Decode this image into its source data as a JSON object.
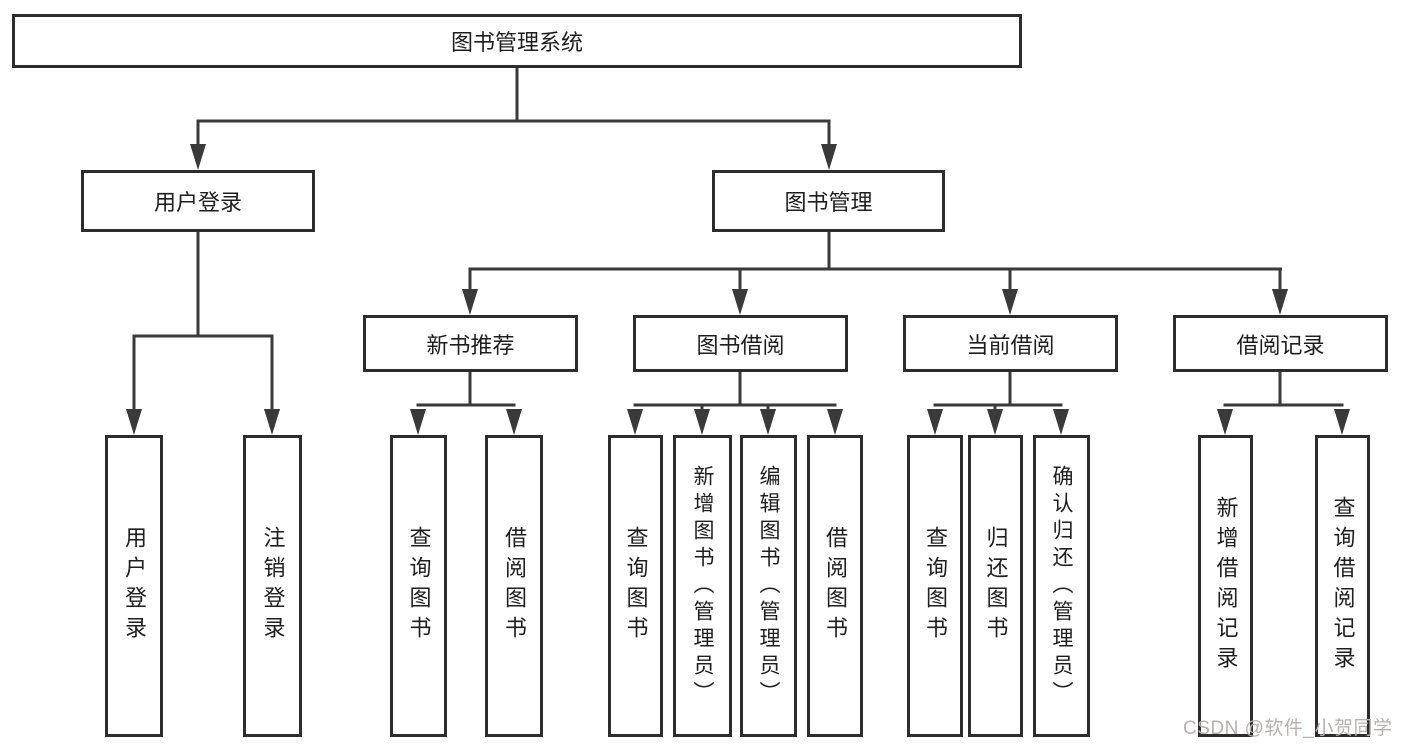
{
  "diagram": {
    "type": "functional-structure-tree",
    "nodes": {
      "root": "图书管理系统",
      "user_login": "用户登录",
      "book_mgmt": "图书管理",
      "new_book_rec": "新书推荐",
      "book_borrow": "图书借阅",
      "current_borrow": "当前借阅",
      "borrow_record": "借阅记录",
      "leaf_user_login": "用户登录",
      "leaf_logout": "注销登录",
      "nb_query": "查询图书",
      "nb_borrow": "借阅图书",
      "bb_query": "查询图书",
      "bb_add": "新增图书（管理员）",
      "bb_edit": "编辑图书（管理员）",
      "bb_borrow": "借阅图书",
      "cb_query": "查询图书",
      "cb_return": "归还图书",
      "cb_confirm": "确认归还（管理员）",
      "br_add": "新增借阅记录",
      "br_query": "查询借阅记录"
    },
    "edges": [
      [
        "图书管理系统",
        "用户登录"
      ],
      [
        "图书管理系统",
        "图书管理"
      ],
      [
        "用户登录",
        "用户登录"
      ],
      [
        "用户登录",
        "注销登录"
      ],
      [
        "图书管理",
        "新书推荐"
      ],
      [
        "图书管理",
        "图书借阅"
      ],
      [
        "图书管理",
        "当前借阅"
      ],
      [
        "图书管理",
        "借阅记录"
      ],
      [
        "新书推荐",
        "查询图书"
      ],
      [
        "新书推荐",
        "借阅图书"
      ],
      [
        "图书借阅",
        "查询图书"
      ],
      [
        "图书借阅",
        "新增图书（管理员）"
      ],
      [
        "图书借阅",
        "编辑图书（管理员）"
      ],
      [
        "图书借阅",
        "借阅图书"
      ],
      [
        "当前借阅",
        "查询图书"
      ],
      [
        "当前借阅",
        "归还图书"
      ],
      [
        "当前借阅",
        "确认归还（管理员）"
      ],
      [
        "借阅记录",
        "新增借阅记录"
      ],
      [
        "借阅记录",
        "查询借阅记录"
      ]
    ],
    "colors": {
      "line": "#3a3a3a",
      "border": "#2d2d2d",
      "text": "#1e1e1e",
      "background": "#ffffff",
      "watermark": "#b7b0b0"
    },
    "watermark": "CSDN @软件_小贺同学"
  }
}
